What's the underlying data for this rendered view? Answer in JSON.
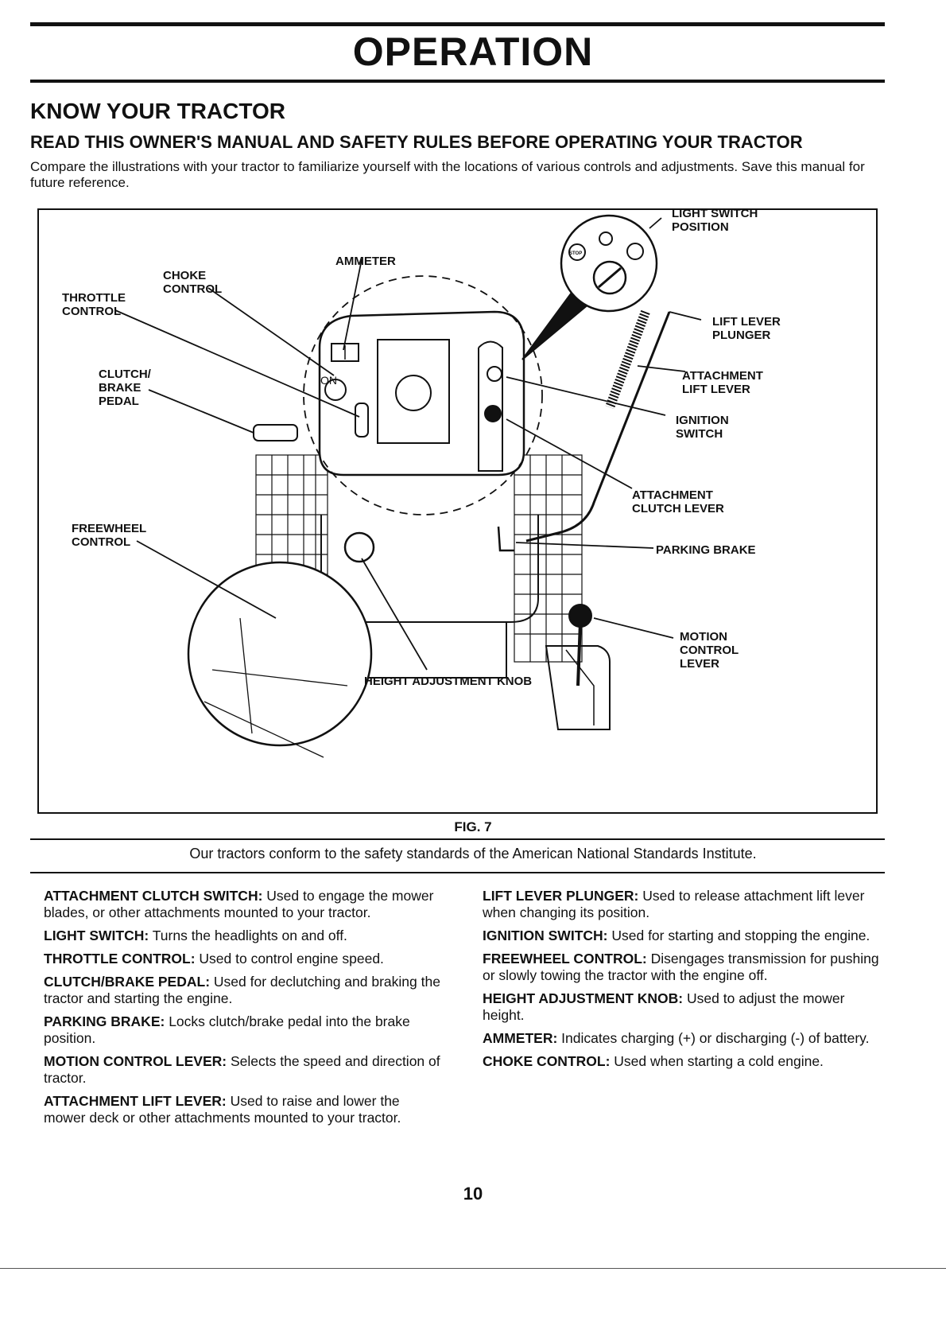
{
  "header": {
    "title": "OPERATION"
  },
  "section": {
    "heading": "KNOW YOUR TRACTOR",
    "subheading": "READ THIS OWNER'S MANUAL AND SAFETY RULES BEFORE OPERATING YOUR TRACTOR",
    "intro": "Compare the illustrations with your tractor to familiarize yourself with the locations of various controls and adjustments. Save this manual for future reference."
  },
  "figure": {
    "caption": "FIG. 7",
    "labels": {
      "light_switch_position": "LIGHT SWITCH\nPOSITION",
      "ammeter": "AMMETER",
      "choke_control": "CHOKE\nCONTROL",
      "throttle_control": "THROTTLE\nCONTROL",
      "lift_lever_plunger": "LIFT LEVER\nPLUNGER",
      "attachment_lift_lever": "ATTACHMENT\nLIFT LEVER",
      "clutch_brake_pedal": "CLUTCH/\nBRAKE\nPEDAL",
      "ignition_switch": "IGNITION\nSWITCH",
      "attachment_clutch_lever": "ATTACHMENT\nCLUTCH LEVER",
      "freewheel_control": "FREEWHEEL\nCONTROL",
      "parking_brake": "PARKING BRAKE",
      "motion_control_lever": "MOTION\nCONTROL\nLEVER",
      "height_adjustment_knob": "HEIGHT ADJUSTMENT KNOB"
    },
    "panel_marks": {
      "ignition_on": "ON",
      "stop": "STOP"
    }
  },
  "note": "Our tractors conform to the safety standards of the American National Standards Institute.",
  "descriptions": {
    "left": [
      {
        "term": "ATTACHMENT CLUTCH SWITCH:",
        "text": "Used to engage the mower blades, or other attachments mounted to your tractor."
      },
      {
        "term": "LIGHT SWITCH:",
        "text": "Turns the headlights on and off."
      },
      {
        "term": "THROTTLE CONTROL:",
        "text": "Used to control engine speed."
      },
      {
        "term": "CLUTCH/BRAKE PEDAL:",
        "text": "Used for declutching and braking the tractor and starting the engine."
      },
      {
        "term": "PARKING BRAKE:",
        "text": "Locks clutch/brake pedal into the brake position."
      },
      {
        "term": "MOTION CONTROL LEVER:",
        "text": "Selects the speed and direction of tractor."
      },
      {
        "term": "ATTACHMENT LIFT LEVER:",
        "text": "Used to raise and lower the mower deck or other attachments mounted to your tractor."
      }
    ],
    "right": [
      {
        "term": "LIFT LEVER PLUNGER:",
        "text": "Used to release attachment lift lever when changing its position."
      },
      {
        "term": "IGNITION SWITCH:",
        "text": "Used for starting and stopping the engine."
      },
      {
        "term": "FREEWHEEL CONTROL:",
        "text": "Disengages transmission for pushing or slowly towing the tractor with the engine off."
      },
      {
        "term": "HEIGHT ADJUSTMENT KNOB:",
        "text": "Used to adjust the mower height."
      },
      {
        "term": "AMMETER:",
        "text": "Indicates charging (+) or discharging (-) of battery."
      },
      {
        "term": "CHOKE CONTROL:",
        "text": "Used when starting a cold engine."
      }
    ]
  },
  "footer": {
    "page_number": "10"
  }
}
